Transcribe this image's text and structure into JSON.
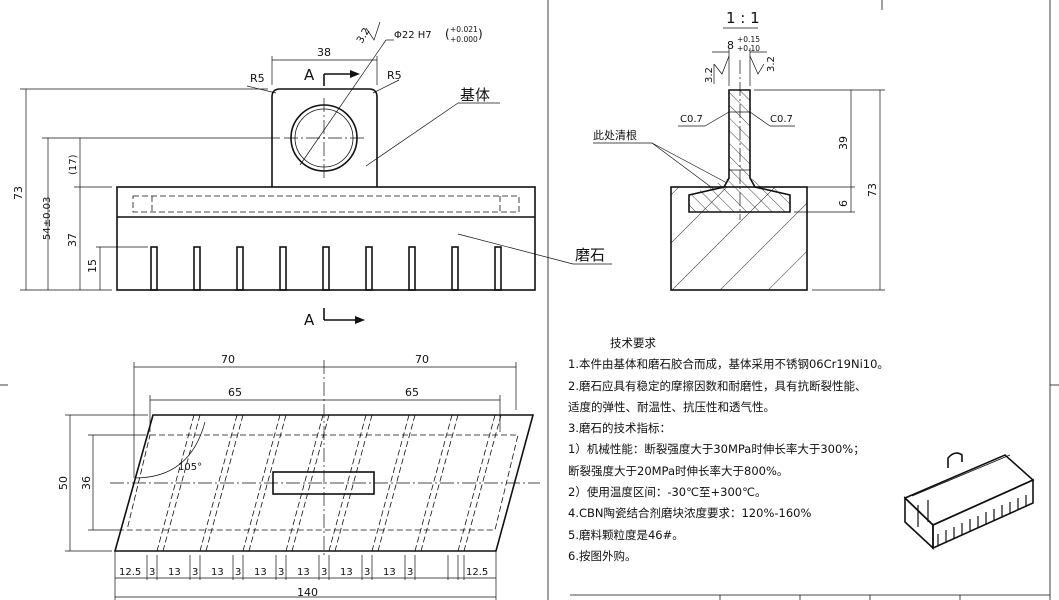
{
  "scale": "1 : 1",
  "front_view": {
    "hole": "Φ22 H7",
    "hole_tol_upper": "+0.021",
    "hole_tol_lower": "+0.000",
    "roughness": "3.2",
    "width_38": "38",
    "section_label": "A",
    "radius_left": "R5",
    "radius_right": "R5",
    "base_label": "基体",
    "stone_label": "磨石",
    "dim_73": "73",
    "dim_54": "54±0.03",
    "dim_17": "(17)",
    "dim_37": "37",
    "dim_15": "15"
  },
  "section_view": {
    "slot_width": "8",
    "slot_tol_upper": "+0.15",
    "slot_tol_lower": "+0.10",
    "roughness_left": "3.2",
    "roughness_right": "3.2",
    "chamfer_left": "C0.7",
    "chamfer_right": "C0.7",
    "root_note": "此处清根",
    "dim_39": "39",
    "dim_73": "73",
    "dim_6": "6"
  },
  "top_view": {
    "dim_70_left": "70",
    "dim_70_right": "70",
    "dim_65_left": "65",
    "dim_65_right": "65",
    "angle": "105°",
    "dim_50": "50",
    "dim_36": "36",
    "dim_140": "140",
    "bottom_dims": [
      "12.5",
      "3",
      "13",
      "3",
      "13",
      "3",
      "13",
      "3",
      "13",
      "3",
      "13",
      "3",
      "13",
      "3",
      "12.5"
    ]
  },
  "notes": {
    "title": "技术要求",
    "lines": [
      "1.本件由基体和磨石胶合而成，基体采用不锈钢06Cr19Ni10。",
      "2.磨石应具有稳定的摩擦因数和耐磨性，具有抗断裂性能、",
      "适度的弹性、耐温性、抗压性和透气性。",
      "3.磨石的技术指标：",
      "   1）机械性能：断裂强度大于30MPa时伸长率大于300%；",
      "断裂强度大于20MPa时伸长率大于800%。",
      "   2）使用温度区间：-30℃至+300℃。",
      "4.CBN陶瓷结合剂磨块浓度要求：120%-160%",
      "5.磨料颗粒度是46#。",
      "6.按图外购。"
    ]
  }
}
